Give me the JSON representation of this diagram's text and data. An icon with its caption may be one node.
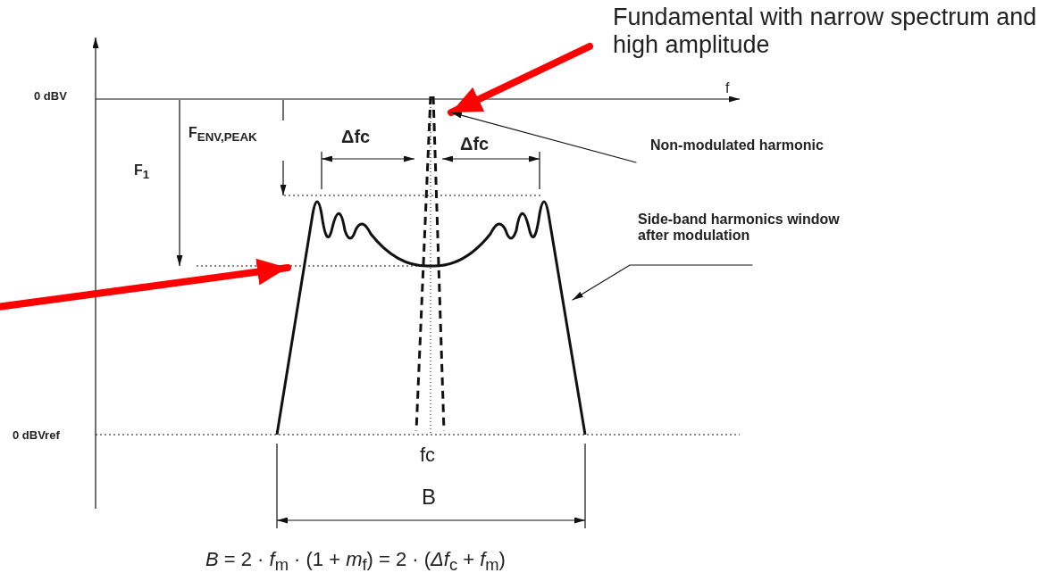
{
  "diagram": {
    "nodes": [
      {
        "text": [
          "Fundamental with narrow spectrum and high amplitude"
        ]
      },
      {
        "text": [
          "Non-modulated harmonic"
        ]
      },
      {
        "text": [
          "Side-band harmonics window after modulation"
        ]
      },
      {
        "text": [],
        "shape": "picture"
      },
      {
        "text": [],
        "shape": "picture"
      }
    ],
    "edges": [
      {
        "from": 0,
        "to": 3,
        "arrow": "to",
        "style": "thick",
        "color": "#ff0000"
      },
      {
        "from": 1,
        "to": 3,
        "arrow": "to",
        "color": "#111111"
      },
      {
        "from": 2,
        "to": 4,
        "arrow": "to",
        "color": "#111111"
      },
      {
        "from": null,
        "to": 4,
        "arrow": "to",
        "style": "thick",
        "color": "#ff0000"
      }
    ],
    "labels": [
      "0 dBV",
      "f",
      "F$_{ENV,PEAK}$",
      "Δfc",
      "Δfc",
      "F$_{1}$",
      "0 dBVref",
      "fc",
      "B",
      "*B* = 2 · *f*$_{m}$ · (1 + *m*$_{f}$) = 2 · (*Δf*$_{c}$ + *f*$_{m}$)"
    ]
  }
}
